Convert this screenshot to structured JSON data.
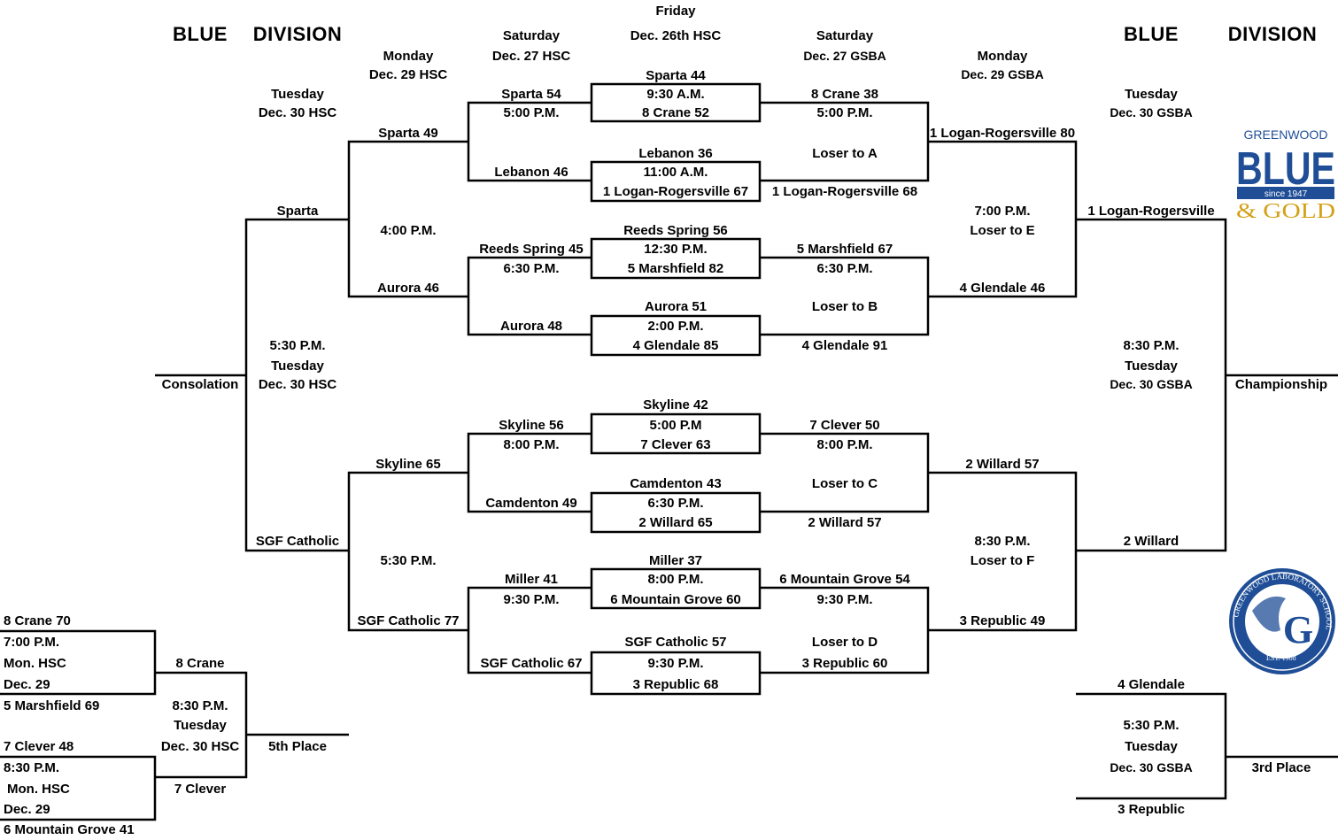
{
  "header": {
    "left_blue": "BLUE",
    "left_division": "DIVISION",
    "right_blue": "BLUE",
    "right_division": "DIVISION",
    "friday": "Friday",
    "friday_date": "Dec. 26th HSC",
    "sat_left": "Saturday",
    "sat_left_date": "Dec. 27 HSC",
    "sat_right": "Saturday",
    "sat_right_date": "Dec. 27 GSBA",
    "mon_left": "Monday",
    "mon_left_date": "Dec. 29 HSC",
    "mon_right": "Monday",
    "mon_right_date": "Dec. 29 GSBA",
    "tue_left": "Tuesday",
    "tue_left_date": "Dec. 30 HSC",
    "tue_right": "Tuesday",
    "tue_right_date": "Dec. 30 GSBA"
  },
  "logos": {
    "gw_top": "GREENWOOD",
    "gw_blue": "BLUE",
    "gw_since": "since 1947",
    "gw_gold": "& GOLD",
    "seal_text": "GREENWOOD LABORATORY SCHOOL",
    "seal_est": "EST. 1908",
    "seal_letter": "G",
    "colors": {
      "blue": "#1f4e97",
      "gold": "#d4a017"
    }
  },
  "friday_games": [
    {
      "top": "Sparta 44",
      "time": "9:30 A.M.",
      "bottom": "8 Crane 52"
    },
    {
      "top": "Lebanon 36",
      "time": "11:00 A.M.",
      "bottom": "1 Logan-Rogersville 67"
    },
    {
      "top": "Reeds Spring 56",
      "time": "12:30 P.M.",
      "bottom": "5 Marshfield 82"
    },
    {
      "top": "Aurora 51",
      "time": "2:00 P.M.",
      "bottom": "4 Glendale 85"
    },
    {
      "top": "Skyline 42",
      "time": "5:00 P.M",
      "bottom": "7 Clever 63"
    },
    {
      "top": "Camdenton 43",
      "time": "6:30 P.M.",
      "bottom": "2 Willard 65"
    },
    {
      "top": "Miller 37",
      "time": "8:00 P.M.",
      "bottom": "6 Mountain Grove 60"
    },
    {
      "top": "SGF Catholic 57",
      "time": "9:30 P.M.",
      "bottom": "3 Republic 68"
    }
  ],
  "sat_left": [
    {
      "top": "Sparta 54",
      "time": "5:00 P.M.",
      "bottom": "Lebanon 46"
    },
    {
      "top": "Reeds Spring 45",
      "time": "6:30 P.M.",
      "bottom": "Aurora 48"
    },
    {
      "top": "Skyline 56",
      "time": "8:00 P.M.",
      "bottom": "Camdenton 49"
    },
    {
      "top": "Miller 41",
      "time": "9:30 P.M.",
      "bottom": "SGF Catholic 67"
    }
  ],
  "sat_right": [
    {
      "top": "8 Crane 38",
      "time": "5:00 P.M.",
      "loser": "Loser to A",
      "bottom": "1 Logan-Rogersville 68"
    },
    {
      "top": "5 Marshfield 67",
      "time": "6:30 P.M.",
      "loser": "Loser to B",
      "bottom": "4 Glendale 91"
    },
    {
      "top": "7 Clever 50",
      "time": "8:00 P.M.",
      "loser": "Loser to C",
      "bottom": "2 Willard 57"
    },
    {
      "top": "6 Mountain Grove 54",
      "time": "9:30 P.M.",
      "loser": "Loser to D",
      "bottom": "3 Republic 60"
    }
  ],
  "mon_left": [
    {
      "top": "Sparta 49",
      "time": "4:00 P.M.",
      "bottom": "Aurora 46"
    },
    {
      "top": "Skyline 65",
      "time": "5:30 P.M.",
      "bottom": "SGF Catholic 77"
    }
  ],
  "mon_right": [
    {
      "top": "1 Logan-Rogersville 80",
      "time": "7:00 P.M.",
      "loser": "Loser to E",
      "bottom": "4 Glendale 46"
    },
    {
      "top": "2 Willard 57",
      "time": "8:30 P.M.",
      "loser": "Loser to F",
      "bottom": "3 Republic 49"
    }
  ],
  "consolation": {
    "top": "Sparta",
    "time": "5:30 P.M.",
    "day": "Tuesday",
    "date": "Dec. 30 HSC",
    "bottom": "SGF Catholic",
    "label": "Consolation"
  },
  "championship": {
    "top": "1 Logan-Rogersville",
    "time": "8:30 P.M.",
    "day": "Tuesday",
    "date": "Dec. 30 GSBA",
    "bottom": "2 Willard",
    "label": "Championship"
  },
  "third_place": {
    "top": "4 Glendale",
    "time": "5:30 P.M.",
    "day": "Tuesday",
    "date": "Dec. 30 GSBA",
    "bottom": "3 Republic",
    "label": "3rd Place"
  },
  "fifth_bracket": {
    "game1": {
      "top": "8 Crane 70",
      "time": "7:00 P.M.",
      "place": "Mon. HSC",
      "date": "Dec. 29",
      "bottom": "5 Marshfield 69"
    },
    "game2": {
      "top": "7 Clever 48",
      "time": "8:30 P.M.",
      "place": "Mon. HSC",
      "date": "Dec. 29",
      "bottom": "6 Mountain Grove 41"
    },
    "final": {
      "top": "8 Crane",
      "time": "8:30 P.M.",
      "day": "Tuesday",
      "date": "Dec. 30 HSC",
      "bottom": "7 Clever",
      "label": "5th Place"
    }
  }
}
